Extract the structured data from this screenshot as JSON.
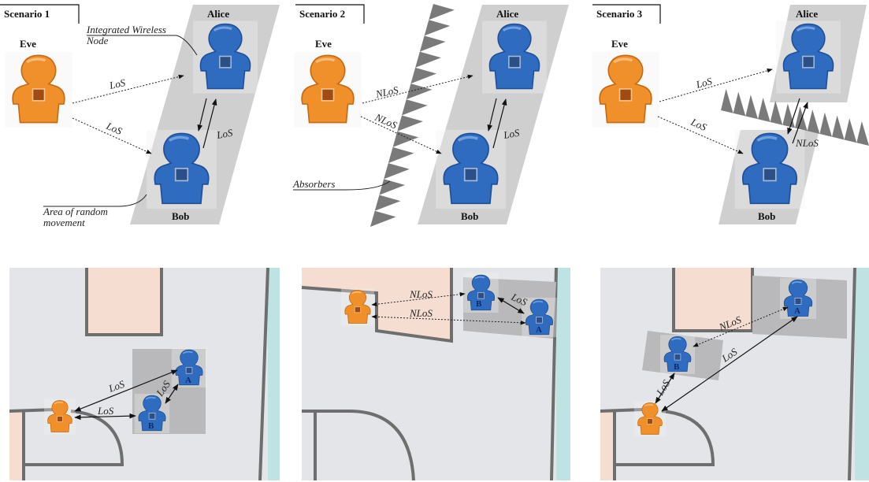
{
  "scenarios": [
    {
      "title": "Scenario 1",
      "eve": "Eve",
      "alice": "Alice",
      "bob": "Bob",
      "link_eve_alice": "LoS",
      "link_eve_bob": "LoS",
      "link_alice_bob": "LoS",
      "note_node": "Integrated Wireless",
      "note_node2": "Node",
      "note_area": "Area of random",
      "note_area2": "movement"
    },
    {
      "title": "Scenario 2",
      "eve": "Eve",
      "alice": "Alice",
      "bob": "Bob",
      "link_eve_alice": "NLoS",
      "link_eve_bob": "NLoS",
      "link_alice_bob": "LoS",
      "note_absorbers": "Absorbers"
    },
    {
      "title": "Scenario 3",
      "eve": "Eve",
      "alice": "Alice",
      "bob": "Bob",
      "link_eve_alice": "LoS",
      "link_eve_bob": "LoS",
      "link_alice_bob": "NLoS"
    }
  ],
  "maps": [
    {
      "l1": "LoS",
      "l2": "LoS",
      "l3": "LoS",
      "a": "A",
      "b": "B"
    },
    {
      "l1": "NLoS",
      "l2": "NLoS",
      "l3": "LoS",
      "a": "A",
      "b": "B"
    },
    {
      "l1": "NLoS",
      "l2": "LoS",
      "l3": "LoS",
      "a": "A",
      "b": "B"
    }
  ],
  "colors": {
    "eve": "#f0902a",
    "person": "#2f6cc0",
    "area": "#cfcfcf",
    "absorber": "#777777",
    "room": "#f5ddd2",
    "floor": "#e4e5e8",
    "water": "#bfe3e3",
    "wall": "#6e6e6e"
  }
}
